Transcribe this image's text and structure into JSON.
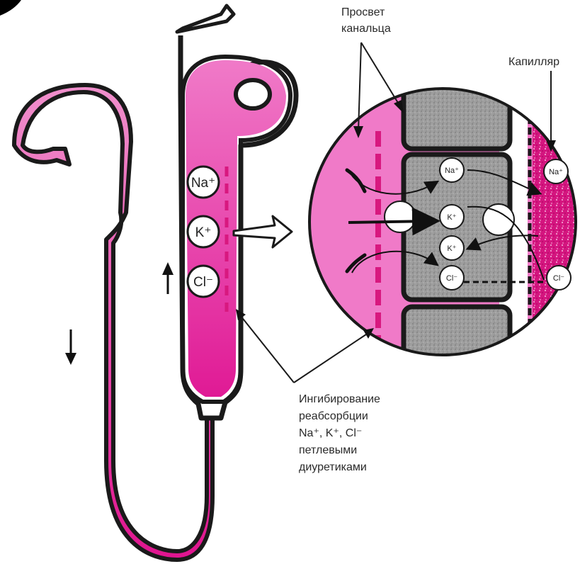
{
  "labels": {
    "lumen_line1": "Просвет",
    "lumen_line2": "канальца",
    "capillary": "Капилляр",
    "inhibition_line1": "Ингибирование",
    "inhibition_line2": "реабсорбции",
    "inhibition_line3": "Na⁺, K⁺, Cl⁻",
    "inhibition_line4": "петлевыми",
    "inhibition_line5": "диуретиками"
  },
  "ions": {
    "sodium": "Na⁺",
    "potassium": "K⁺",
    "chloride": "Cl⁻"
  },
  "colors": {
    "tubule_light": "#f08fcc",
    "tubule_dark": "#e0148f",
    "lumen_fill": "#f07ac8",
    "capillary_fill": "#d4157f",
    "cell_gray": "#9b9b9b",
    "outline": "#1a1a1a"
  }
}
